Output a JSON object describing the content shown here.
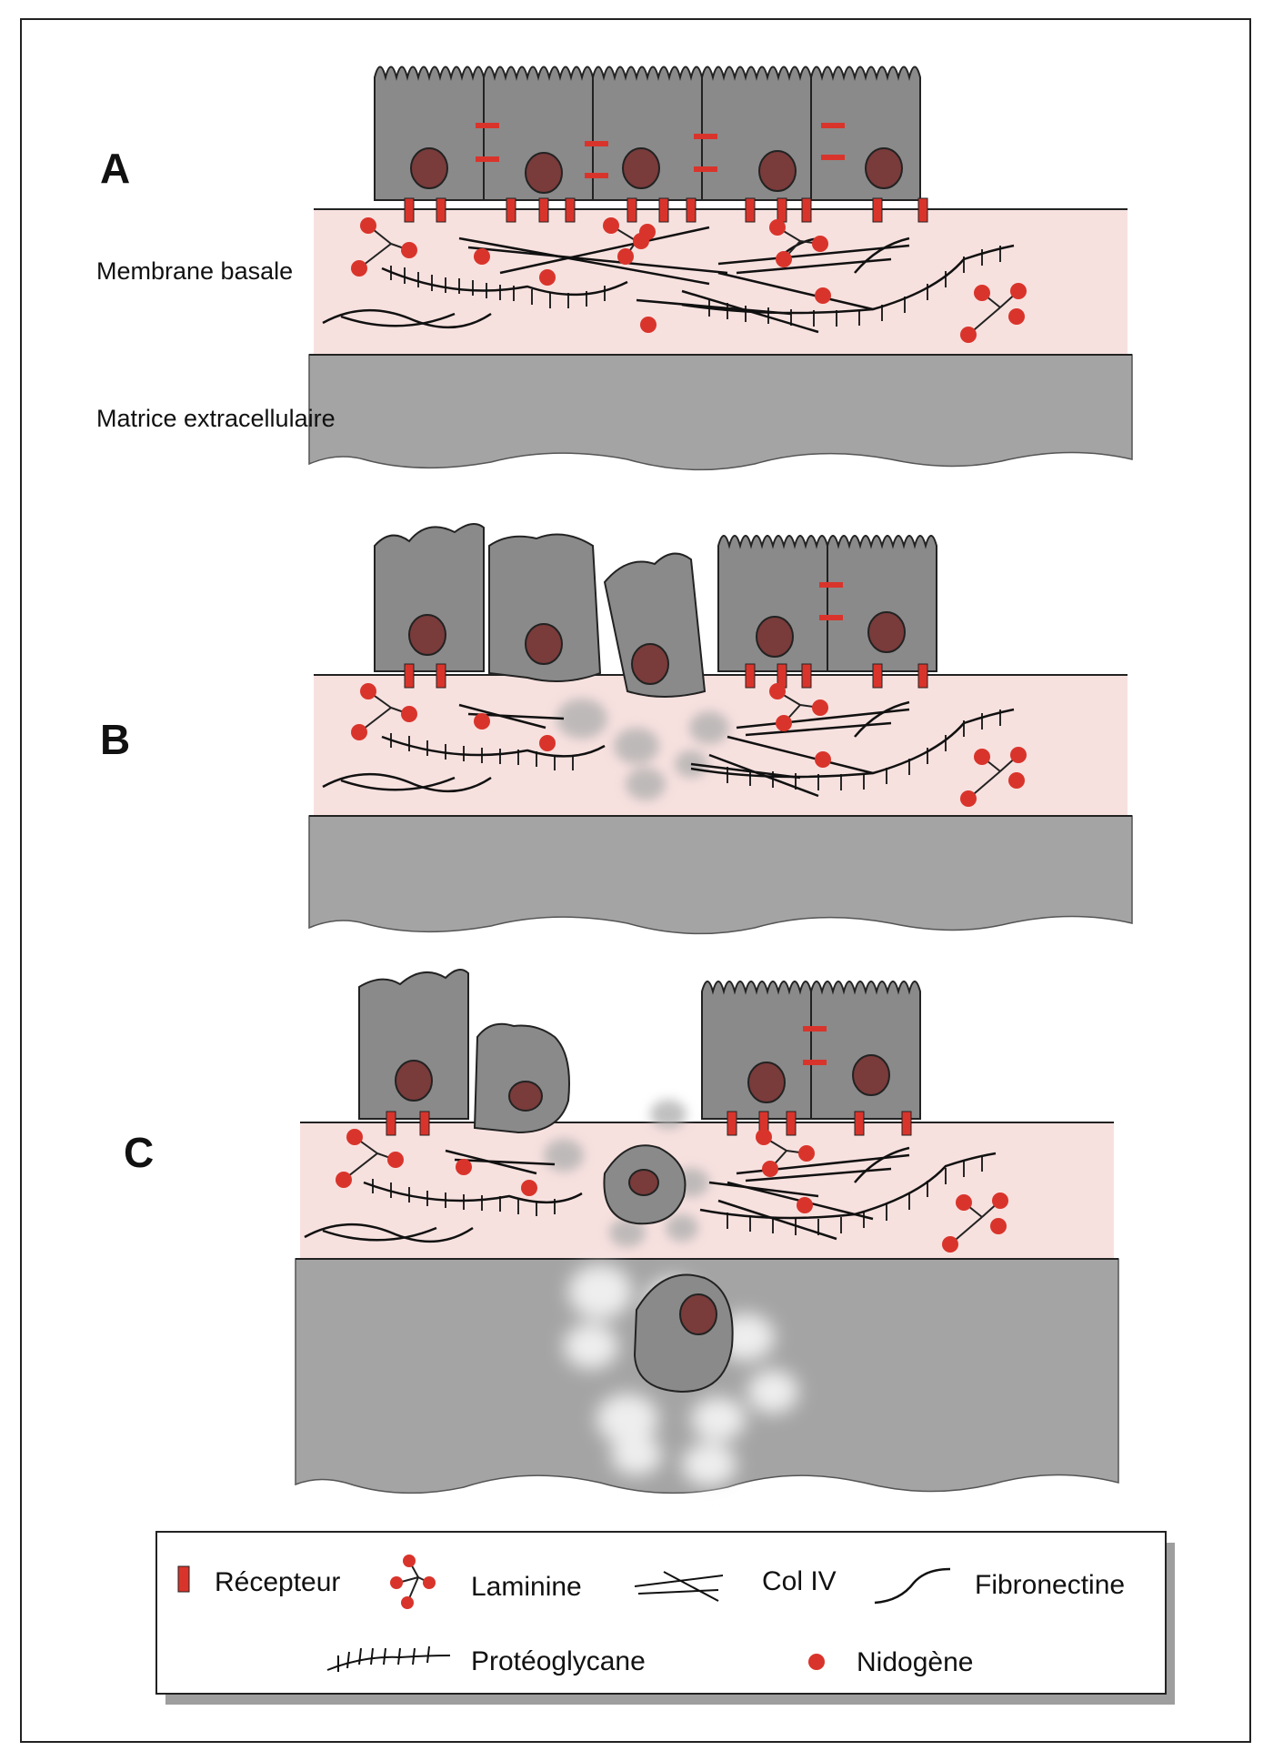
{
  "panels": [
    {
      "letter": "A"
    },
    {
      "letter": "B"
    },
    {
      "letter": "C"
    }
  ],
  "labels": {
    "membrane": "Membrane basale",
    "matrix": "Matrice extracellulaire"
  },
  "legend": {
    "recepteur": "Récepteur",
    "laminine": "Laminine",
    "col4": "Col IV",
    "fibronectine": "Fibronectine",
    "proteoglycane": "Protéoglycane",
    "nidogene": "Nidogène"
  },
  "colors": {
    "cell": "#8a8a8a",
    "nucleus": "#7a3b3b",
    "membrane": "#f7e1df",
    "matrix": "#a4a4a4",
    "red": "#d9342b"
  }
}
